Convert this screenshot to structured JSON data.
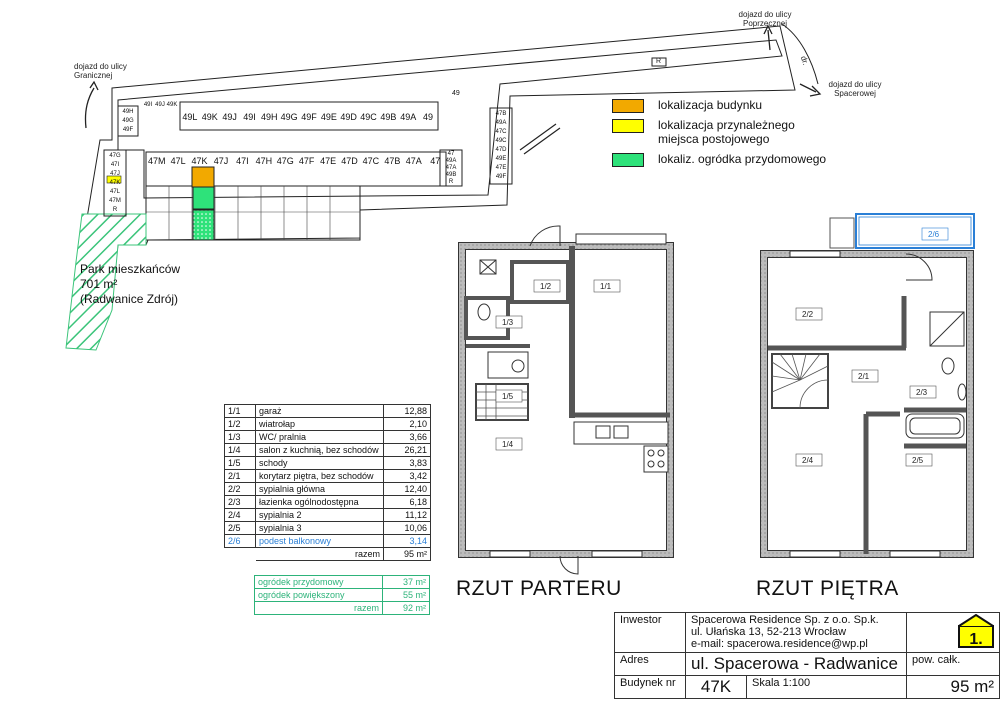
{
  "site": {
    "access_granicznej": "dojazd do ulicy Granicznej",
    "access_poprzecznej": "dojazd do ulicy Poprzecznej",
    "access_spacerowej": "dojazd do ulicy Spacerowej",
    "park_name": "Park mieszkańców",
    "park_area": "701 m²",
    "park_place": "(Radwanice Zdrój)",
    "street_mark": "dr.",
    "parking_mark": "R",
    "row_49_units": [
      "49L",
      "49K",
      "49J",
      "49I",
      "49H",
      "49G",
      "49F",
      "49E",
      "49D",
      "49C",
      "49B",
      "49A",
      "49"
    ],
    "row_47_units": [
      "47M",
      "47L",
      "47K",
      "47J",
      "47I",
      "47H",
      "47G",
      "47F",
      "47E",
      "47D",
      "47C",
      "47B",
      "47A",
      "47"
    ],
    "left_parking_labels": [
      "47G",
      "47I",
      "47J",
      "47K",
      "47L",
      "47M",
      "R"
    ],
    "upper_left_parking_labels": [
      "49H",
      "49G",
      "49F"
    ],
    "small_parking_labels": [
      "49I",
      "49J",
      "49K"
    ],
    "right_parking_labels": [
      "47B",
      "49A",
      "47C",
      "49C",
      "47D",
      "49E",
      "47E",
      "49F"
    ],
    "right2_parking_labels": [
      "47",
      "49A",
      "47A",
      "49B",
      "R"
    ],
    "corner_label": "49"
  },
  "legend": [
    {
      "label": "lokalizacja budynku",
      "color": "#f2a900"
    },
    {
      "label": "lokalizacja przynależnego miejsca postojowego",
      "color": "#ffff00"
    },
    {
      "label": "lokaliz. ogródka przydomowego",
      "color": "#2ee27a"
    }
  ],
  "rooms": [
    {
      "id": "1/1",
      "name": "garaż",
      "area": "12,88"
    },
    {
      "id": "1/2",
      "name": "wiatrołap",
      "area": "2,10"
    },
    {
      "id": "1/3",
      "name": "WC/ pralnia",
      "area": "3,66"
    },
    {
      "id": "1/4",
      "name": "salon z kuchnią, bez schodów",
      "area": "26,21"
    },
    {
      "id": "1/5",
      "name": "schody",
      "area": "3,83"
    },
    {
      "id": "2/1",
      "name": "korytarz piętra, bez schodów",
      "area": "3,42"
    },
    {
      "id": "2/2",
      "name": "sypialnia główna",
      "area": "12,40"
    },
    {
      "id": "2/3",
      "name": "łazienka ogólnodostępna",
      "area": "6,18"
    },
    {
      "id": "2/4",
      "name": "sypialnia 2",
      "area": "11,12"
    },
    {
      "id": "2/5",
      "name": "sypialnia 3",
      "area": "10,06"
    },
    {
      "id": "2/6",
      "name": "podest balkonowy",
      "area": "3,14"
    }
  ],
  "total": {
    "label": "razem",
    "value": "95 m²"
  },
  "garden": [
    {
      "name": "ogródek przydomowy",
      "area": "37 m²"
    },
    {
      "name": "ogródek powiększony",
      "area": "55 m²"
    },
    {
      "name": "razem",
      "area": "92 m²"
    }
  ],
  "plans": {
    "ground_title": "RZUT PARTERU",
    "first_title": "RZUT PIĘTRA"
  },
  "info": {
    "investor_label": "Inwestor",
    "investor_line1": "Spacerowa Residence Sp. z o.o. Sp.k.",
    "investor_line2": "ul. Ułańska 13, 52-213 Wrocław",
    "investor_line3": "e-mail:  spacerowa.residence@wp.pl",
    "logo_text": "1.",
    "address_label": "Adres",
    "address": "ul. Spacerowa - Radwanice",
    "total_area_label": "pow. całk.",
    "building_label": "Budynek nr",
    "building_no": "47K",
    "scale": "Skala 1:100",
    "total_area": "95 m²"
  }
}
